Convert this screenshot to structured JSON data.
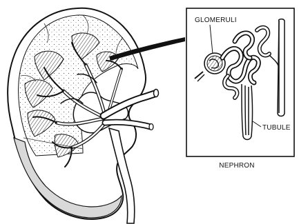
{
  "diagram": {
    "labels": {
      "glomeruli": "GLOMERULI",
      "tubule": "TUBULE",
      "nephron": "NEPHRON"
    },
    "colors": {
      "ink": "#111111",
      "paper": "#ffffff",
      "capsule_shade": "#d9d9d9",
      "stipple": "#555555"
    }
  }
}
